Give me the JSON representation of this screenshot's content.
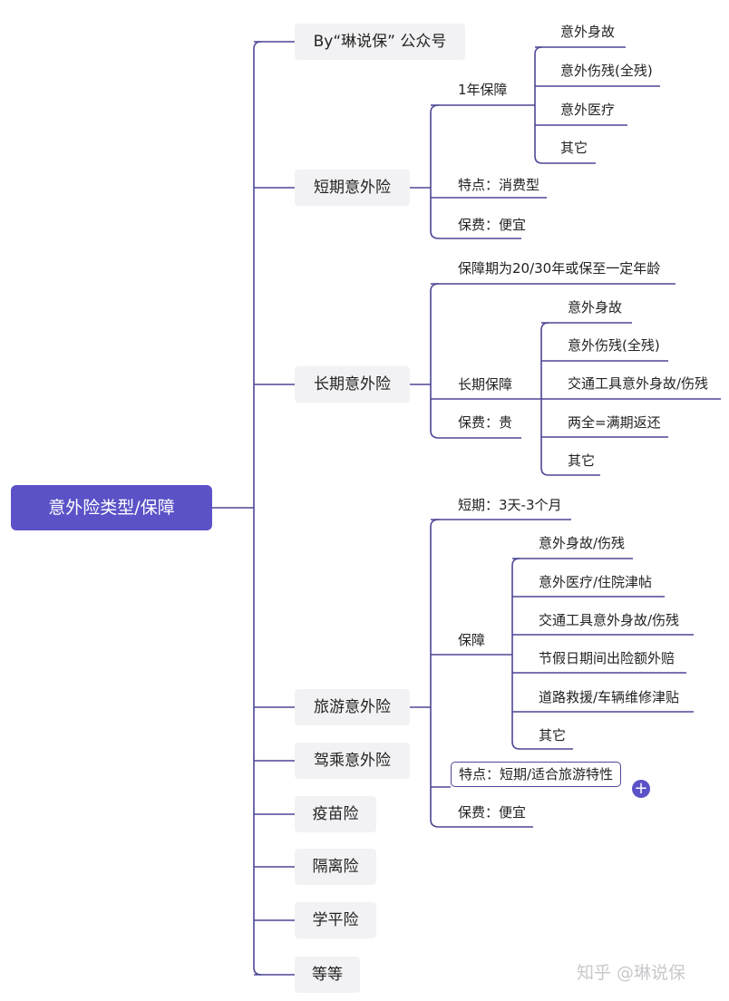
{
  "root": "意外险类型/保障",
  "branches": {
    "by": "By“琳说保” 公众号",
    "short": {
      "label": "短期意外险",
      "year": "1年保障",
      "items": [
        "意外身故",
        "意外伤残(全残)",
        "意外医疗",
        "其它"
      ],
      "feature": "特点：消费型",
      "fee": "保费：便宜"
    },
    "long": {
      "label": "长期意外险",
      "period": "保障期为20/30年或保至一定年龄",
      "guarantee": "长期保障",
      "items": [
        "意外身故",
        "意外伤残(全残)",
        "交通工具意外身故/伤残",
        "两全=满期返还",
        "其它"
      ],
      "fee": "保费：贵"
    },
    "travel": {
      "label": "旅游意外险",
      "term": "短期：3天-3个月",
      "guarantee": "保障",
      "items": [
        "意外身故/伤残",
        "意外医疗/住院津帖",
        "交通工具意外身故/伤残",
        "节假日期间出险额外赔",
        "道路救援/车辆维修津贴",
        "其它"
      ],
      "feature": "特点：短期/适合旅游特性",
      "fee": "保费：便宜"
    },
    "driver": "驾乘意外险",
    "vaccine": "疫苗险",
    "quarantine": "隔离险",
    "student": "学平险",
    "etc": "等等"
  },
  "watermark": "知乎 @琳说保",
  "colors": {
    "root_bg": "#5b52c7",
    "line": "#4d4796",
    "node_bg": "#f2f2f4"
  }
}
